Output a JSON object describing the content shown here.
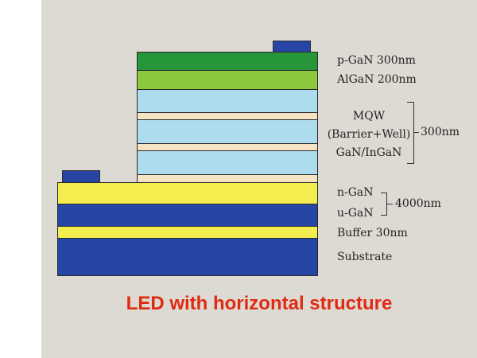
{
  "title": "LED with horizontal structure",
  "colors": {
    "background": "#dcdad3",
    "p_gan": "#27963b",
    "algan": "#8cc83c",
    "quantum_barrier": "#aedcef",
    "quantum_well": "#f5e3c4",
    "n_gan": "#f4ed4f",
    "u_gan": "#2645a5",
    "buffer": "#f4ed4f",
    "substrate": "#2645a5",
    "contact": "#2645a5",
    "title": "#e02a12"
  },
  "labels": {
    "p_gan": "p-GaN 300nm",
    "algan": "AlGaN 200nm",
    "mqw": "MQW",
    "mqw_detail": "(Barrier+Well)",
    "mqw_material": "GaN/InGaN",
    "mqw_thickness": "300nm",
    "n_gan": "n-GaN",
    "u_gan": "u-GaN",
    "gan_thickness": "4000nm",
    "buffer": "Buffer 30nm",
    "substrate": "Substrate"
  }
}
